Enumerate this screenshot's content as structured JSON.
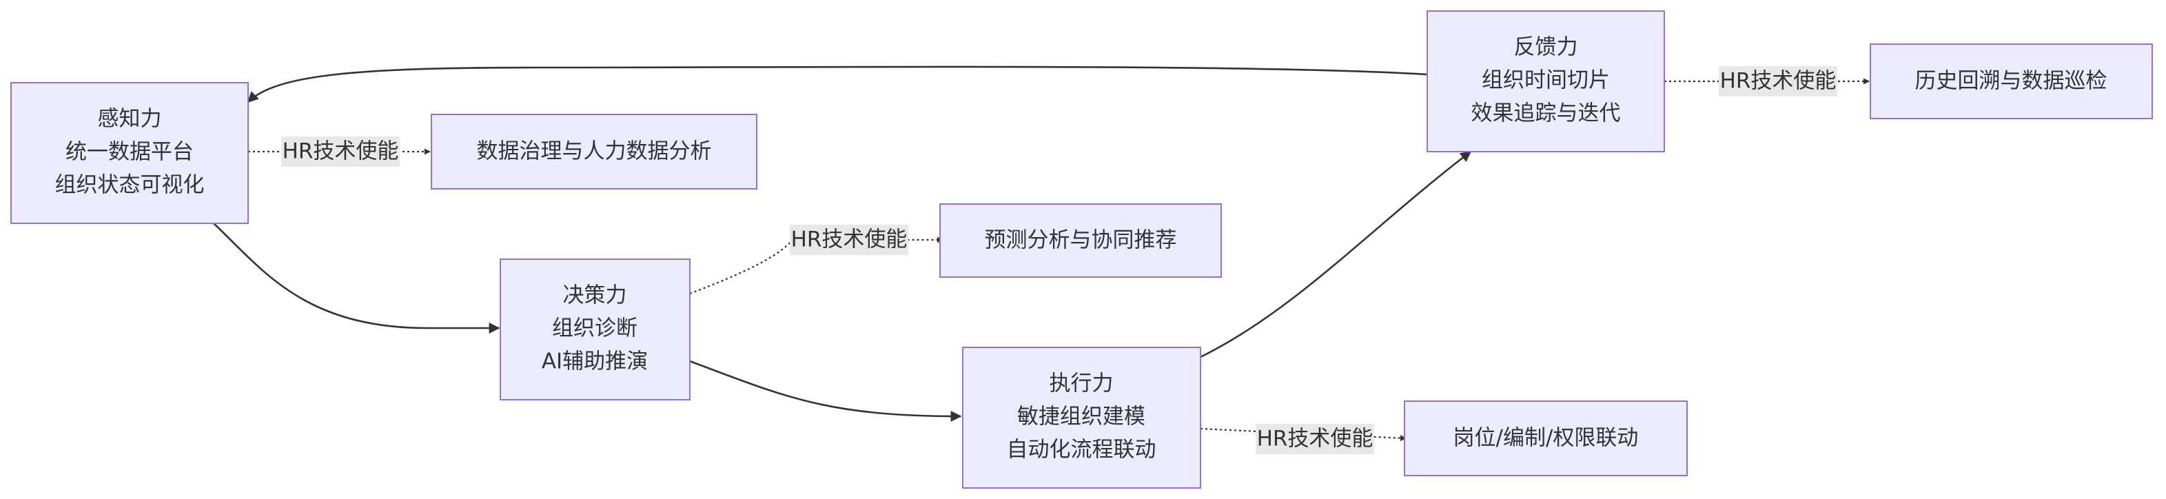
{
  "nodes": {
    "perception": {
      "title": "感知力",
      "line1": "统一数据平台",
      "line2": "组织状态可视化"
    },
    "decision": {
      "title": "决策力",
      "line1": "组织诊断",
      "line2": "AI辅助推演"
    },
    "execution": {
      "title": "执行力",
      "line1": "敏捷组织建模",
      "line2": "自动化流程联动"
    },
    "feedback": {
      "title": "反馈力",
      "line1": "组织时间切片",
      "line2": "效果追踪与迭代"
    },
    "data_governance": {
      "label": "数据治理与人力数据分析"
    },
    "prediction": {
      "label": "预测分析与协同推荐"
    },
    "position_linkage": {
      "label": "岗位/编制/权限联动"
    },
    "history": {
      "label": "历史回溯与数据巡检"
    }
  },
  "edge_label": "HR技术使能",
  "colors": {
    "node_fill": "#ECECFF",
    "node_stroke": "#9370DB",
    "edge": "#333333",
    "label_bg": "#e8e8e8"
  }
}
